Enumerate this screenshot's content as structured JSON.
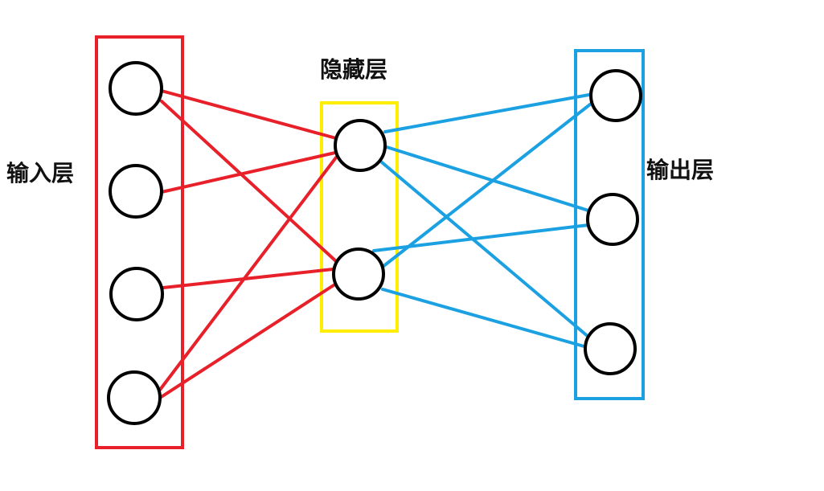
{
  "labels": {
    "input_layer": "输入层",
    "hidden_layer": "隐藏层",
    "output_layer": "输出层"
  },
  "colors": {
    "input_box": "#e8202a",
    "hidden_box": "#ffee00",
    "output_box": "#1ba1e2",
    "input_connections": "#e8202a",
    "output_connections": "#1ba1e2",
    "node_stroke": "#000000"
  },
  "layers": {
    "input": {
      "node_count": 4
    },
    "hidden": {
      "node_count": 2
    },
    "output": {
      "node_count": 3
    }
  },
  "connections": {
    "input_to_hidden": [
      [
        1,
        1
      ],
      [
        1,
        2
      ],
      [
        2,
        1
      ],
      [
        3,
        2
      ],
      [
        4,
        1
      ],
      [
        4,
        2
      ]
    ],
    "hidden_to_output": [
      [
        1,
        1
      ],
      [
        1,
        2
      ],
      [
        1,
        3
      ],
      [
        2,
        1
      ],
      [
        2,
        2
      ],
      [
        2,
        3
      ]
    ]
  }
}
